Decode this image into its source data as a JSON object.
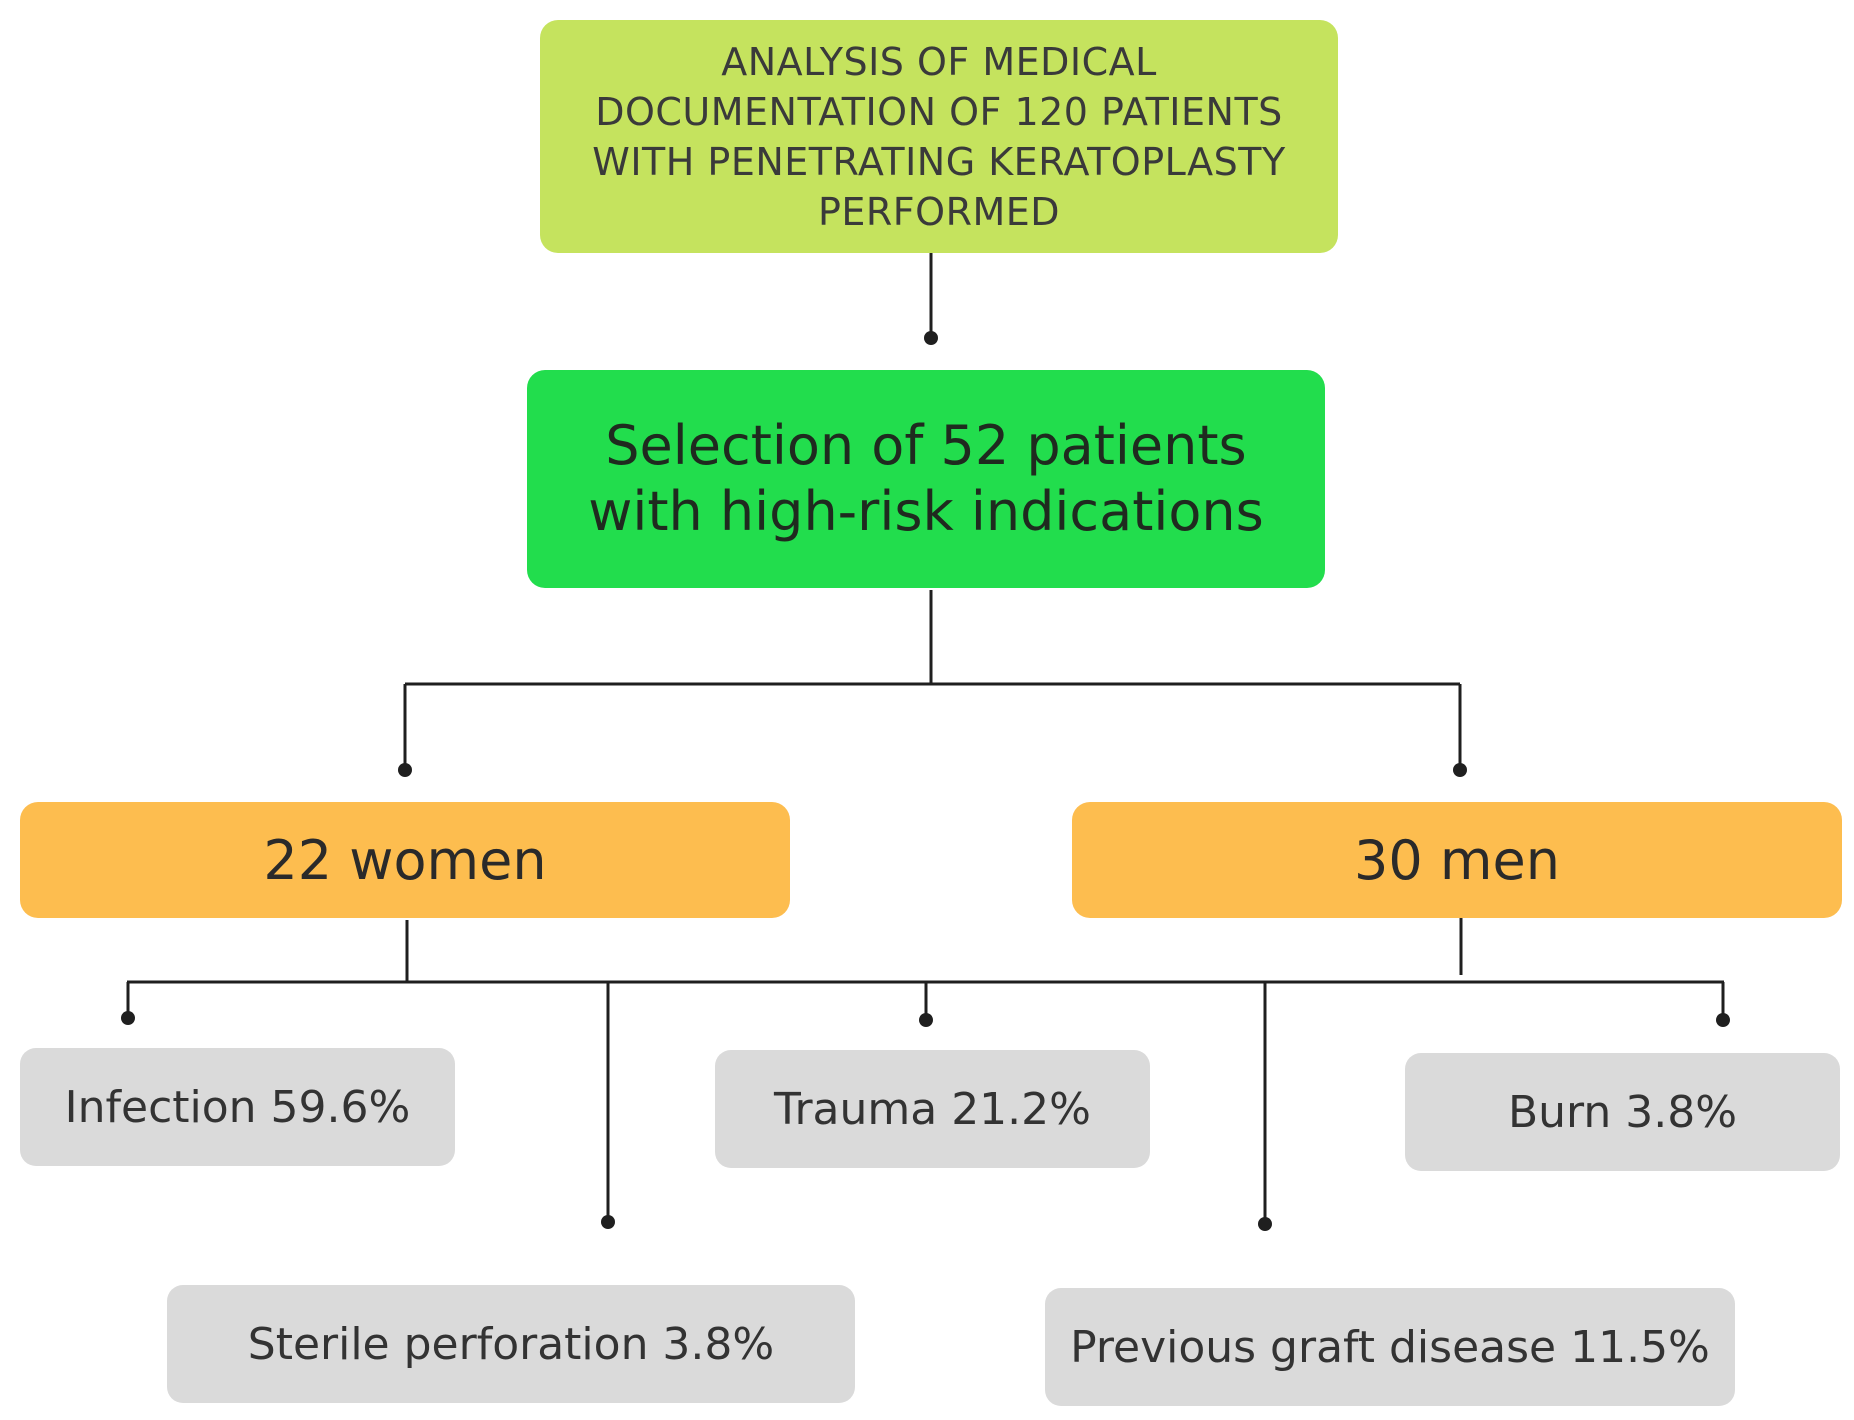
{
  "nodes": {
    "analysis": "ANALYSIS OF MEDICAL DOCUMENTATION OF 120 PATIENTS WITH PENETRATING KERATOPLASTY PERFORMED",
    "selection": "Selection of 52 patients with high-risk indications",
    "women": "22 women",
    "men": "30 men",
    "infection": "Infection 59.6%",
    "trauma": "Trauma 21.2%",
    "burn": "Burn 3.8%",
    "sterile_perforation": "Sterile perforation 3.8%",
    "previous_graft_disease": "Previous graft disease 11.5%"
  },
  "colors": {
    "analysis_box": "#c5e35e",
    "selection_box": "#22dd4d",
    "sex_box": "#fdbd4f",
    "indication_box": "#dadada",
    "connector": "#1f1f1f"
  }
}
